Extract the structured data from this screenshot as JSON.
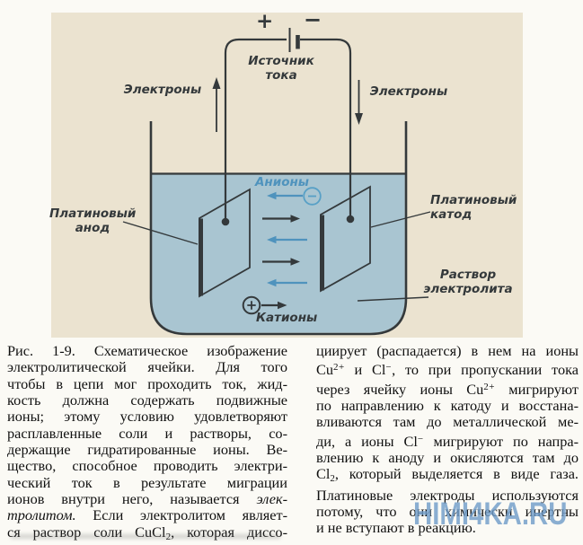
{
  "colors": {
    "page_bg": "#fbfaf5",
    "panel_bg": "#ebe3d0",
    "water": "#a9c5d1",
    "ink": "#34393b",
    "blue": "#4f93bd",
    "blue_light": "#58a0c6",
    "electrode_fill": "#e9e1cc",
    "caption_text": "#101010",
    "watermark": "#6f9cc9"
  },
  "figure": {
    "battery_plus": "+",
    "battery_minus": "−",
    "source_label": [
      "Источник",
      "тока"
    ],
    "electrons_left": "Электроны",
    "electrons_right": "Электроны",
    "anode_label": [
      "Платиновый",
      "анод"
    ],
    "cathode_label": [
      "Платиновый",
      "катод"
    ],
    "solution_label": [
      "Раствор",
      "электролита"
    ],
    "anions_label": "Анионы",
    "cations_label": "Катионы"
  },
  "caption": {
    "left_lines": [
      [
        {
          "t": "Рис. 1-9. Схематическое изображение"
        }
      ],
      [
        {
          "t": "электролитической ячейки. Для того"
        }
      ],
      [
        {
          "t": "чтобы в цепи мог проходить ток, жид-"
        }
      ],
      [
        {
          "t": "кость должна содержать подвижные"
        }
      ],
      [
        {
          "t": "ионы; этому условию удовлетворяют"
        }
      ],
      [
        {
          "t": "расплавленные соли и растворы, со-"
        }
      ],
      [
        {
          "t": "держащие гидратированные ионы. Ве-"
        }
      ],
      [
        {
          "t": "щество, способное проводить электри-"
        }
      ],
      [
        {
          "t": "ческий ток в результате миграции"
        }
      ],
      [
        {
          "t": "ионов внутри него, называется "
        },
        {
          "t": "элек-",
          "s": "i"
        }
      ],
      [
        {
          "t": "тролитом.",
          "s": "i"
        },
        {
          "t": " Если электролитом являет-"
        }
      ],
      [
        {
          "t": "ся раствор соли CuCl"
        },
        {
          "t": "2",
          "s": "sub"
        },
        {
          "t": ", которая диссо-"
        }
      ]
    ],
    "right_lines": [
      [
        {
          "t": "циирует (распадается) в нем на ионы"
        }
      ],
      [
        {
          "t": "Cu"
        },
        {
          "t": "2+",
          "s": "sup"
        },
        {
          "t": " и Cl"
        },
        {
          "t": "−",
          "s": "sup"
        },
        {
          "t": ", то при пропускании тока"
        }
      ],
      [
        {
          "t": "через ячейку ионы Cu"
        },
        {
          "t": "2+",
          "s": "sup"
        },
        {
          "t": " мигрируют"
        }
      ],
      [
        {
          "t": "по направлению к катоду и восстана-"
        }
      ],
      [
        {
          "t": "вливаются там до металлической ме-"
        }
      ],
      [
        {
          "t": "ди, а ионы Cl"
        },
        {
          "t": "−",
          "s": "sup"
        },
        {
          "t": " мигрируют по напра-"
        }
      ],
      [
        {
          "t": "влению к аноду и окисляются там до"
        }
      ],
      [
        {
          "t": "Cl"
        },
        {
          "t": "2",
          "s": "sub"
        },
        {
          "t": ", который выделяется в виде газа."
        }
      ],
      [
        {
          "t": "Платиновые электроды используются"
        }
      ],
      [
        {
          "t": "потому, что они химически инертны"
        }
      ],
      [
        {
          "t": "и не вступают в реакцию."
        }
      ]
    ]
  },
  "watermark": "HIMI4KA.RU"
}
